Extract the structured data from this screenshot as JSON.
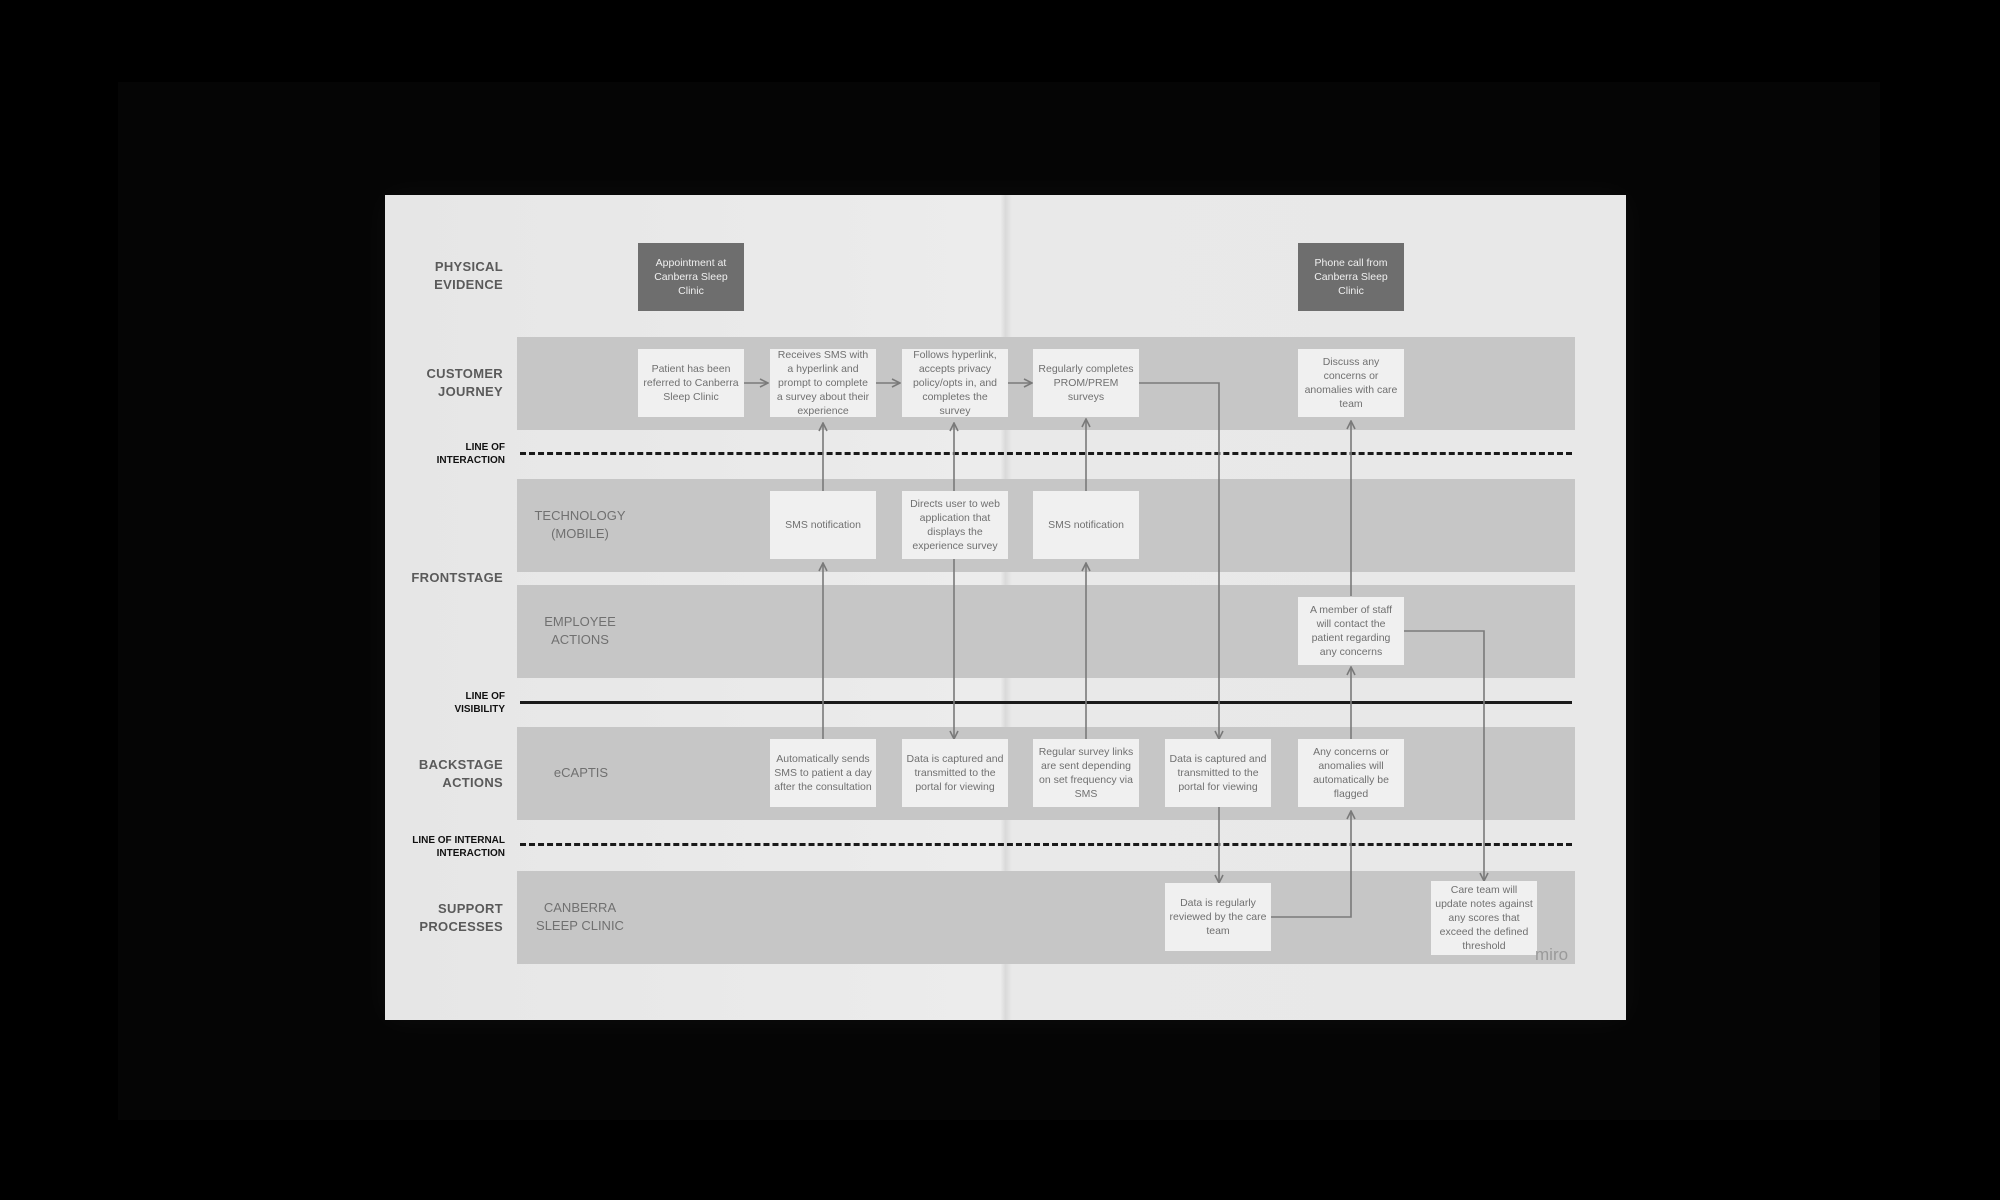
{
  "rows": {
    "physical_evidence": "PHYSICAL\nEVIDENCE",
    "customer_journey": "CUSTOMER\nJOURNEY",
    "line_of_interaction": "LINE OF\nINTERACTION",
    "frontstage": "FRONTSTAGE",
    "technology_mobile": "TECHNOLOGY\n(MOBILE)",
    "employee_actions": "EMPLOYEE\nACTIONS",
    "line_of_visibility": "LINE OF\nVISIBILITY",
    "backstage_actions": "BACKSTAGE\nACTIONS",
    "ecaptis": "eCAPTIS",
    "line_of_internal_interaction": "LINE OF INTERNAL\nINTERACTION",
    "support_processes": "SUPPORT\nPROCESSES",
    "canberra_sleep_clinic": "CANBERRA\nSLEEP CLINIC"
  },
  "cards": {
    "evidence_appointment": "Appointment at Canberra Sleep Clinic",
    "evidence_phone_call": "Phone call from Canberra Sleep Clinic",
    "journey_referred": "Patient has been referred to Canberra Sleep Clinic",
    "journey_receives_sms": "Receives SMS with a hyperlink and prompt to complete a survey about their experience",
    "journey_follows_hyperlink": "Follows hyperlink, accepts privacy policy/opts in, and completes the survey",
    "journey_regularly_completes": "Regularly completes PROM/PREM surveys",
    "journey_discuss_concerns": "Discuss any concerns or anomalies with care team",
    "tech_sms_notification_1": "SMS notification",
    "tech_directs_user": "Directs user to web application that displays the experience survey",
    "tech_sms_notification_2": "SMS notification",
    "employee_staff_contact": "A member of staff will contact the patient regarding any concerns",
    "backstage_auto_sends": "Automatically sends SMS to patient a day after the consultation",
    "backstage_data_captured_1": "Data is captured and transmitted to the portal for viewing",
    "backstage_regular_links": "Regular survey links are sent depending on set frequency via SMS",
    "backstage_data_captured_2": "Data is captured and transmitted to the portal for viewing",
    "backstage_flagged": "Any concerns or anomalies will automatically be flagged",
    "support_reviewed": "Data is regularly reviewed by the care team",
    "support_update_notes": "Care team will update notes against any scores that exceed the defined threshold"
  },
  "watermark": "miro"
}
